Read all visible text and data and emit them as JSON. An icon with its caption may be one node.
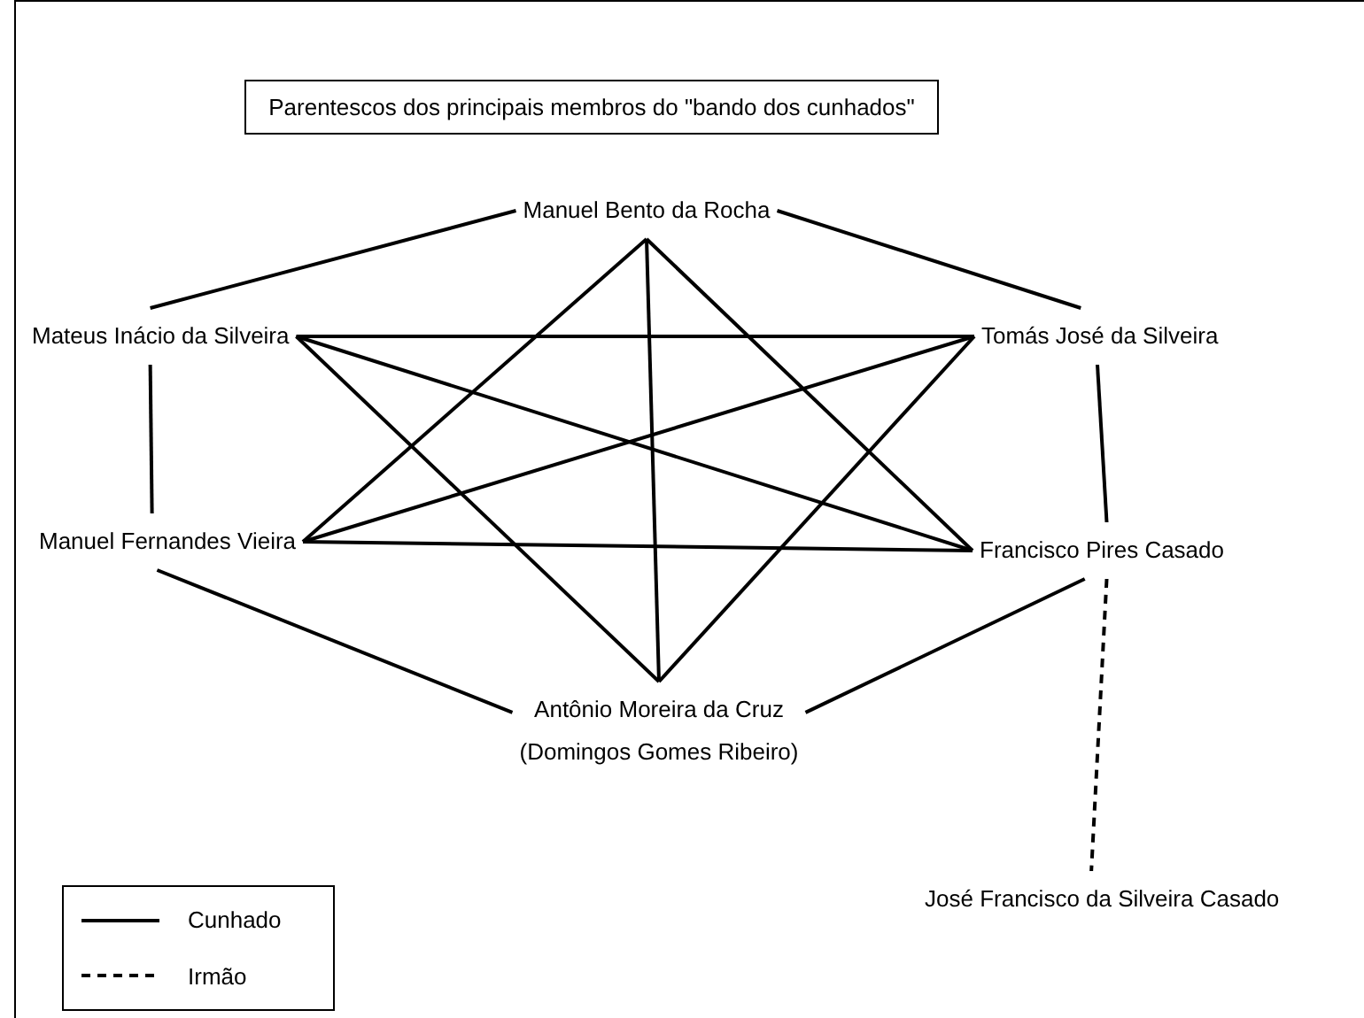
{
  "diagram": {
    "title": "Parentescos dos principais membros do \"bando dos cunhados\"",
    "nodes": [
      {
        "text": [
          "Manuel Bento da Rocha"
        ]
      },
      {
        "text": [
          "Mateus Inácio da Silveira"
        ]
      },
      {
        "text": [
          "Tomás José da Silveira"
        ]
      },
      {
        "text": [
          "Manuel Fernandes Vieira"
        ]
      },
      {
        "text": [
          "Francisco Pires Casado"
        ]
      },
      {
        "text": [
          "Antônio Moreira da Cruz",
          "(Domingos Gomes Ribeiro)"
        ]
      },
      {
        "text": [
          "José Francisco da Silveira Casado"
        ]
      }
    ],
    "edges": [
      {
        "from": 0,
        "to": 1,
        "arrow": "none"
      },
      {
        "from": 0,
        "to": 2,
        "arrow": "none"
      },
      {
        "from": 1,
        "to": 3,
        "arrow": "none"
      },
      {
        "from": 2,
        "to": 4,
        "arrow": "none"
      },
      {
        "from": 3,
        "to": 5,
        "arrow": "none"
      },
      {
        "from": 4,
        "to": 5,
        "arrow": "none"
      },
      {
        "from": 1,
        "to": 2,
        "arrow": "none"
      },
      {
        "from": 3,
        "to": 4,
        "arrow": "none"
      },
      {
        "from": 1,
        "to": 4,
        "arrow": "none"
      },
      {
        "from": 3,
        "to": 2,
        "arrow": "none"
      },
      {
        "from": 0,
        "to": 5,
        "arrow": "none"
      },
      {
        "from": 0,
        "to": 3,
        "arrow": "none"
      },
      {
        "from": 0,
        "to": 4,
        "arrow": "none"
      },
      {
        "from": 5,
        "to": 1,
        "arrow": "none"
      },
      {
        "from": 5,
        "to": 2,
        "arrow": "none"
      },
      {
        "from": 4,
        "to": 6,
        "arrow": "none",
        "style": "dashed"
      }
    ],
    "legend": [
      {
        "text": "Cunhado"
      },
      {
        "text": "Irmão"
      }
    ]
  }
}
